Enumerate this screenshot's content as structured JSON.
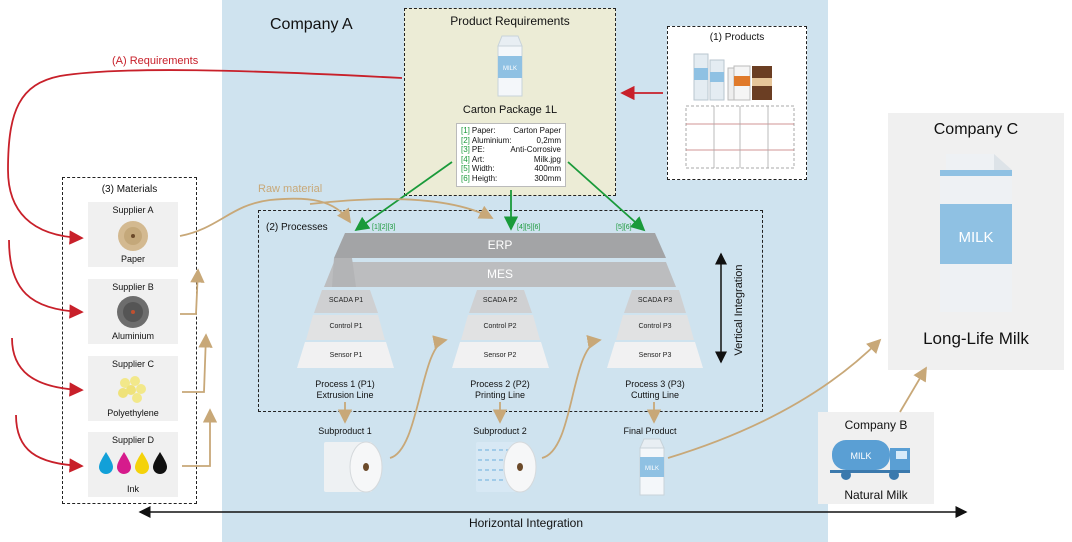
{
  "company_a": {
    "title": "Company A"
  },
  "company_b": {
    "title": "Company B",
    "caption": "Natural Milk"
  },
  "company_c": {
    "title": "Company C",
    "caption": "Long-Life Milk"
  },
  "requirements_arrow": {
    "label": "(A) Requirements"
  },
  "raw_material_arrow": {
    "label": "Raw material"
  },
  "product_requirements": {
    "title": "Product Requirements",
    "package_name": "Carton Package 1L",
    "specs": [
      {
        "num": "[1]",
        "key": "Paper:",
        "value": "Carton Paper"
      },
      {
        "num": "[2]",
        "key": "Aluminium:",
        "value": "0,2mm"
      },
      {
        "num": "[3]",
        "key": "PE:",
        "value": "Anti-Corrosive"
      },
      {
        "num": "[4]",
        "key": "Art:",
        "value": "Milk.jpg"
      },
      {
        "num": "[5]",
        "key": "Width:",
        "value": "400mm"
      },
      {
        "num": "[6]",
        "key": "Heigth:",
        "value": "300mm"
      }
    ]
  },
  "products": {
    "title": "(1) Products"
  },
  "materials": {
    "title": "(3) Materials",
    "suppliers": [
      {
        "name": "Supplier A",
        "material": "Paper"
      },
      {
        "name": "Supplier B",
        "material": "Aluminium"
      },
      {
        "name": "Supplier C",
        "material": "Polyethylene"
      },
      {
        "name": "Supplier D",
        "material": "Ink"
      }
    ]
  },
  "processes": {
    "title": "(2) Processes",
    "erp": "ERP",
    "mes": "MES",
    "tags": [
      "[1][2][3]",
      "[4][5][6]",
      "[5][6]"
    ],
    "vertical_label": "Vertical Integration",
    "lines": [
      {
        "scada": "SCADA P1",
        "control": "Control P1",
        "sensor": "Sensor P1",
        "name": "Process 1 (P1)",
        "line": "Extrusion Line",
        "output": "Subproduct 1"
      },
      {
        "scada": "SCADA P2",
        "control": "Control P2",
        "sensor": "Sensor P2",
        "name": "Process 2 (P2)",
        "line": "Printing Line",
        "output": "Subproduct 2"
      },
      {
        "scada": "SCADA P3",
        "control": "Control P3",
        "sensor": "Sensor P3",
        "name": "Process 3 (P3)",
        "line": "Cutting Line",
        "output": "Final Product"
      }
    ]
  },
  "horizontal_label": "Horizontal Integration",
  "milk_label": "MILK",
  "colors": {
    "company_a_bg": "#cfe3ef",
    "requirements": "#c8202a",
    "raw_material": "#c8a878",
    "spec_arrows": "#1a9a3a"
  }
}
